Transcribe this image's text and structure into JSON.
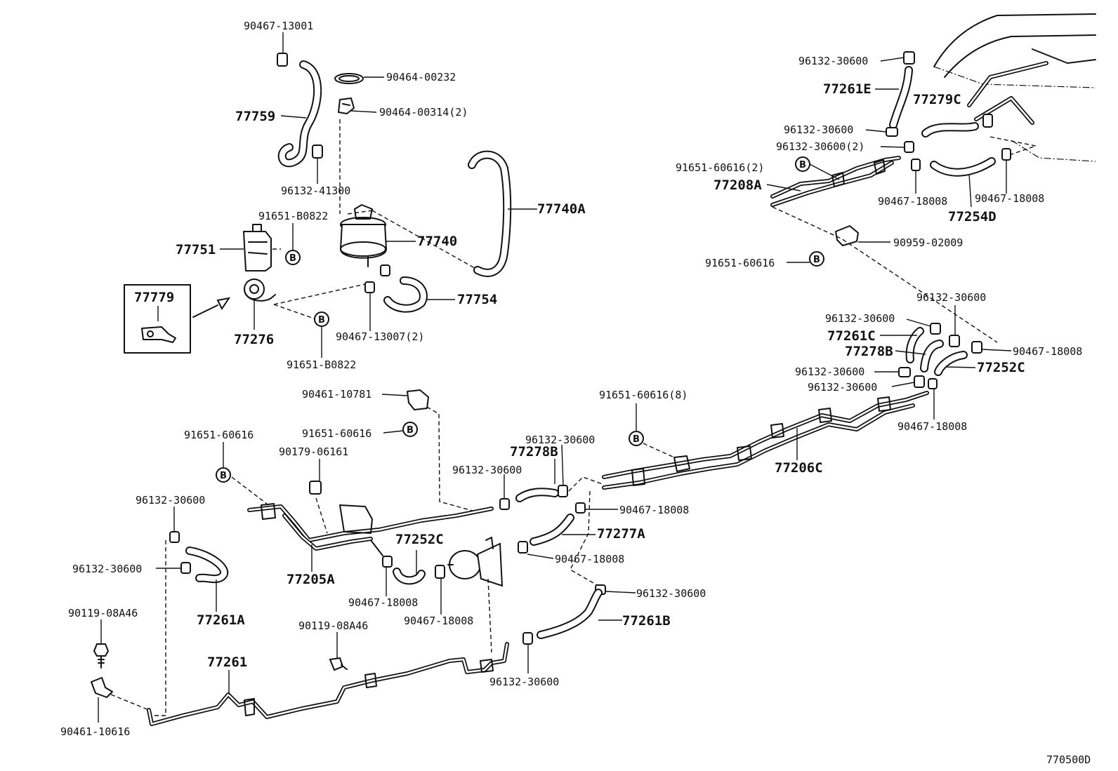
{
  "diagram_code": "770500D",
  "mark_letter": "B",
  "labels": {
    "l_90467_13001": "90467-13001",
    "l_90464_00232": "90464-00232",
    "l_90464_00314": "90464-00314(2)",
    "l_77759": "77759",
    "l_96132_41300": "96132-41300",
    "l_77740A": "77740A",
    "l_91651_B0822_top": "91651-B0822",
    "l_77740": "77740",
    "l_77751": "77751",
    "l_77779": "77779",
    "l_77276": "77276",
    "l_77754": "77754",
    "l_90467_13007": "90467-13007(2)",
    "l_91651_B0822_bot": "91651-B0822",
    "l_96132_30600_r1": "96132-30600",
    "l_77261E": "77261E",
    "l_77279C": "77279C",
    "l_96132_30600_r2": "96132-30600",
    "l_96132_30600_r3": "96132-30600(2)",
    "l_91651_60616_2": "91651-60616(2)",
    "l_77208A": "77208A",
    "l_90467_18008_r1": "90467-18008",
    "l_90467_18008_r2": "90467-18008",
    "l_77254D": "77254D",
    "l_90959_02009": "90959-02009",
    "l_91651_60616_r": "91651-60616",
    "l_96132_30600_r4": "96132-30600",
    "l_96132_30600_r5": "96132-30600",
    "l_77261C": "77261C",
    "l_77278B_r": "77278B",
    "l_90467_18008_r3": "90467-18008",
    "l_96132_30600_r6": "96132-30600",
    "l_77252C_r": "77252C",
    "l_96132_30600_r7": "96132-30600",
    "l_90467_18008_r4": "90467-18008",
    "l_77206C": "77206C",
    "l_91651_60616_8": "91651-60616(8)",
    "l_90461_10781": "90461-10781",
    "l_91651_60616_m": "91651-60616",
    "l_91651_60616_l": "91651-60616",
    "l_90179_06161": "90179-06161",
    "l_96132_30600_m1": "96132-30600",
    "l_77278B_m": "77278B",
    "l_96132_30600_m2": "96132-30600",
    "l_90467_18008_m1": "90467-18008",
    "l_77277A": "77277A",
    "l_90467_18008_m2": "90467-18008",
    "l_96132_30600_m3": "96132-30600",
    "l_77261B": "77261B",
    "l_96132_30600_m4": "96132-30600",
    "l_96132_30600_l1": "96132-30600",
    "l_96132_30600_l2": "96132-30600",
    "l_77261A": "77261A",
    "l_77205A": "77205A",
    "l_77252C_m": "77252C",
    "l_90467_18008_m3": "90467-18008",
    "l_90467_18008_m4": "90467-18008",
    "l_90119_08A46_l": "90119-08A46",
    "l_90119_08A46_m": "90119-08A46",
    "l_77261": "77261",
    "l_90461_10616": "90461-10616"
  }
}
